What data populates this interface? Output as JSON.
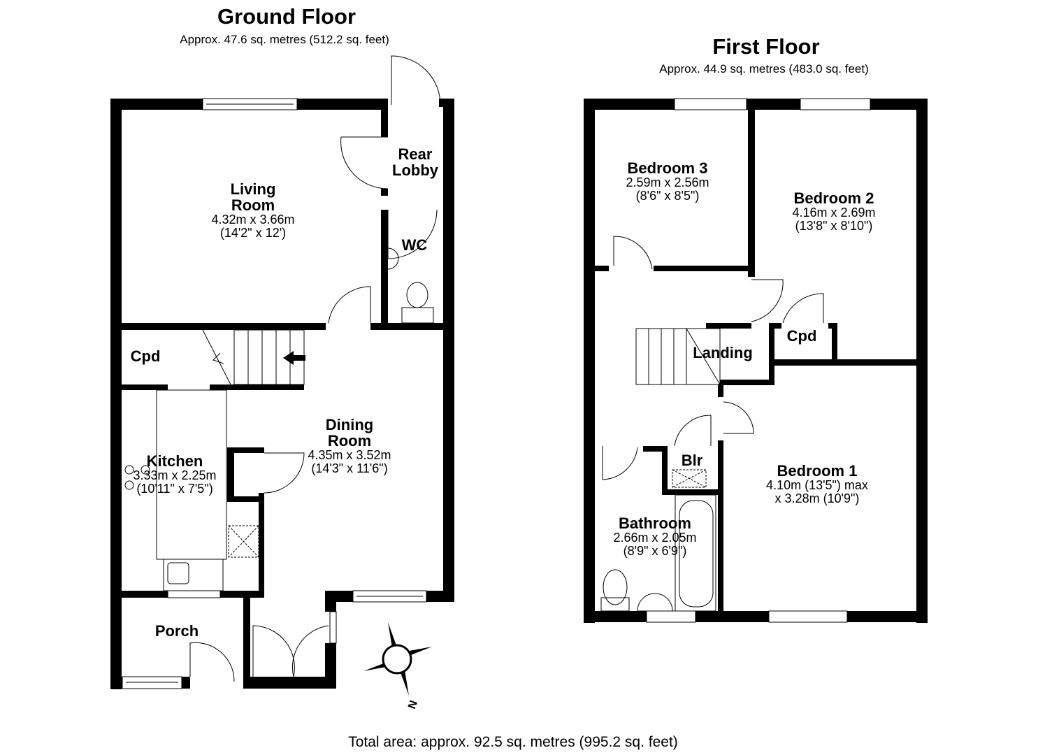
{
  "ground_floor": {
    "title": "Ground Floor",
    "area": "Approx. 47.6 sq. metres (512.2 sq. feet)",
    "rooms": [
      {
        "name": "Living\nRoom",
        "dims": "4.32m x 3.66m",
        "imperial": "(14'2\" x 12')"
      },
      {
        "name": "Rear\nLobby"
      },
      {
        "name": "WC"
      },
      {
        "name": "Cpd"
      },
      {
        "name": "Dining\nRoom",
        "dims": "4.35m x 3.52m",
        "imperial": "(14'3\" x 11'6\")"
      },
      {
        "name": "Kitchen",
        "dims": "3.33m x 2.25m",
        "imperial": "(10'11\" x 7'5\")"
      },
      {
        "name": "Porch"
      }
    ]
  },
  "first_floor": {
    "title": "First Floor",
    "area": "Approx. 44.9 sq. metres (483.0 sq. feet)",
    "rooms": [
      {
        "name": "Bedroom 3",
        "dims": "2.59m x 2.56m",
        "imperial": "(8'6\" x 8'5\")"
      },
      {
        "name": "Bedroom 2",
        "dims": "4.16m x 2.69m",
        "imperial": "(13'8\" x 8'10\")"
      },
      {
        "name": "Landing"
      },
      {
        "name": "Cpd"
      },
      {
        "name": "Blr"
      },
      {
        "name": "Bedroom 1",
        "dims": "4.10m (13'5\") max",
        "imperial": "x 3.28m (10'9\")"
      },
      {
        "name": "Bathroom",
        "dims": "2.66m x 2.05m",
        "imperial": "(8'9\" x 6'9\")"
      }
    ]
  },
  "compass": {
    "label": "N",
    "icon": "compass-icon"
  },
  "total_area": "Total area: approx. 92.5 sq. metres (995.2 sq. feet)"
}
